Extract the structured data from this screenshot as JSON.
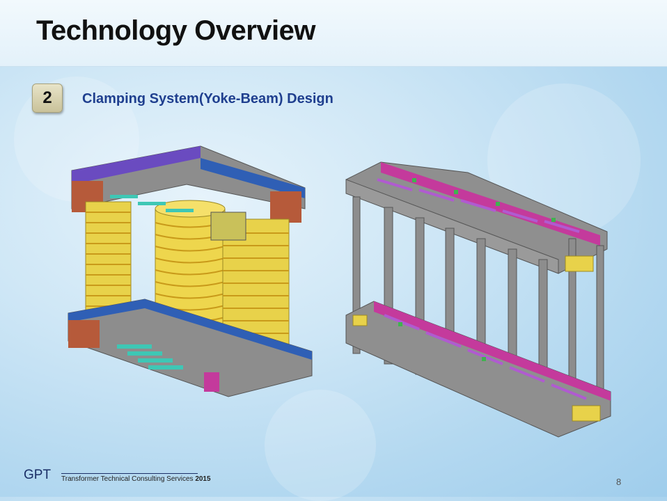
{
  "header": {
    "title": "Technology Overview"
  },
  "section": {
    "number": "2",
    "title": "Clamping System(Yoke-Beam)  Design"
  },
  "figures": {
    "left": {
      "icon": "transformer-core-with-windings-illustration"
    },
    "right": {
      "icon": "clamping-frame-illustration"
    }
  },
  "footer": {
    "logo": "GPT",
    "tagline": "Transformer Technical Consulting Services",
    "year": "2015",
    "page_number": "8"
  },
  "colors": {
    "title_text": "#111111",
    "section_text": "#1f3f8f",
    "footer_text": "#1a2e66",
    "frame_gray": "#8d8d8d",
    "coil_yellow": "#e8d24a",
    "beam_blue": "#2f5fb5",
    "accent_magenta": "#c43a9c"
  }
}
